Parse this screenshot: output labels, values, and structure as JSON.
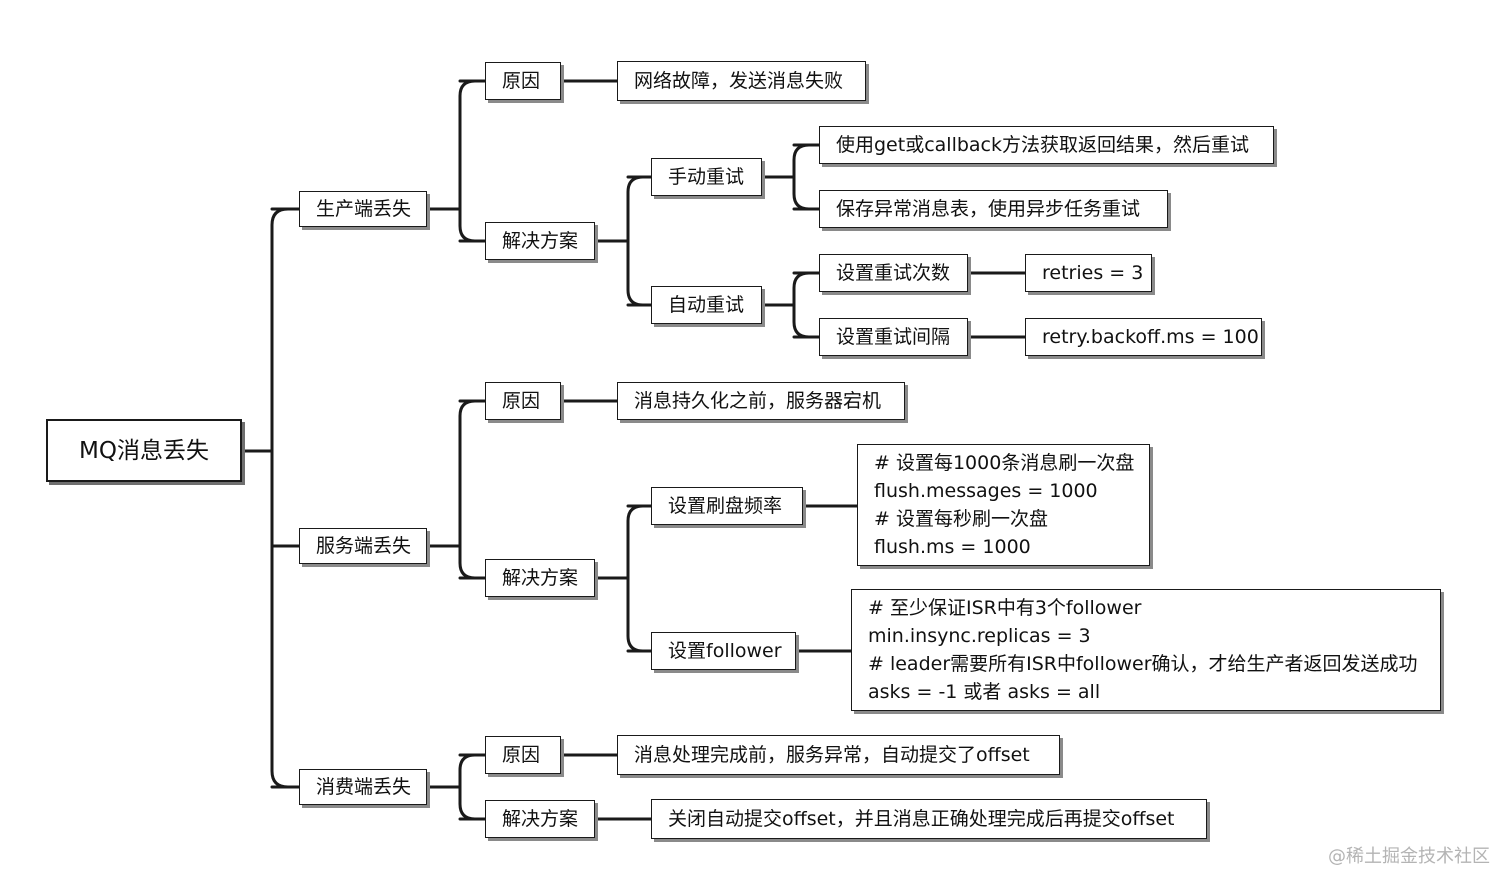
{
  "root": "MQ消息丢失",
  "producer": {
    "label": "生产端丢失",
    "cause_label": "原因",
    "cause": "网络故障，发送消息失败",
    "solution_label": "解决方案",
    "manual_retry": {
      "label": "手动重试",
      "items": [
        "使用get或callback方法获取返回结果，然后重试",
        "保存异常消息表，使用异步任务重试"
      ]
    },
    "auto_retry": {
      "label": "自动重试",
      "retries_label": "设置重试次数",
      "retries_value": "retries = 3",
      "interval_label": "设置重试间隔",
      "interval_value": "retry.backoff.ms = 100"
    }
  },
  "broker": {
    "label": "服务端丢失",
    "cause_label": "原因",
    "cause": "消息持久化之前，服务器宕机",
    "solution_label": "解决方案",
    "flush": {
      "label": "设置刷盘频率",
      "lines": [
        "# 设置每1000条消息刷一次盘",
        "flush.messages = 1000",
        "# 设置每秒刷一次盘",
        "flush.ms = 1000"
      ]
    },
    "follower": {
      "label": "设置follower",
      "lines": [
        "# 至少保证ISR中有3个follower",
        "min.insync.replicas = 3",
        "# leader需要所有ISR中follower确认，才给生产者返回发送成功",
        "asks = -1 或者 asks = all"
      ]
    }
  },
  "consumer": {
    "label": "消费端丢失",
    "cause_label": "原因",
    "cause": "消息处理完成前，服务异常，自动提交了offset",
    "solution_label": "解决方案",
    "solution": "关闭自动提交offset，并且消息正确处理完成后再提交offset"
  },
  "watermark": "@稀土掘金技术社区",
  "colors": {
    "line": "#1a1a1a",
    "border": "#1a1a1a",
    "shadow": "#8a8a8a",
    "watermark": "#b4b4b4"
  }
}
